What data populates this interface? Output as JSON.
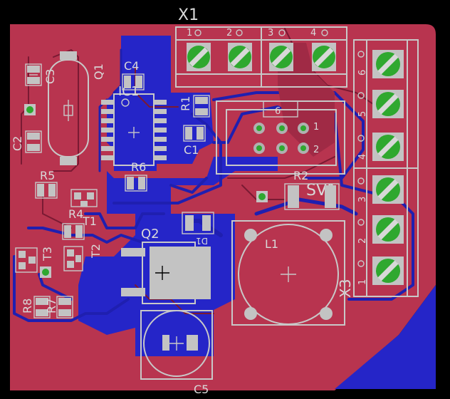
{
  "colors": {
    "background": "#000000",
    "top_copper": "#b8344f",
    "bottom_copper": "#2525c8",
    "silkscreen": "#c8c8c8",
    "via_green": "#2fa82f",
    "pad_gray": "#c3c3c3"
  },
  "connectors": {
    "x1": {
      "name": "X1",
      "pins": [
        "1",
        "2",
        "3",
        "4"
      ]
    },
    "x3": {
      "name": "X3",
      "pins": [
        "6",
        "5",
        "4",
        "3",
        "2",
        "1"
      ]
    },
    "sv1": {
      "name": "SV1",
      "pin_labels": [
        "6",
        "1",
        "2"
      ]
    }
  },
  "components": {
    "q1": "Q1",
    "c3": "C3",
    "c4": "C4",
    "ic1": "IC1",
    "c2": "C2",
    "r1": "R1",
    "c1": "C1",
    "r5": "R5",
    "r6": "R6",
    "r2": "R2",
    "r4": "R4",
    "t1": "T1",
    "d1": "D1",
    "q2": "Q2",
    "l1": "L1",
    "t3": "T3",
    "t2": "T2",
    "r8": "R8",
    "r7": "R7",
    "c5": "C5"
  }
}
